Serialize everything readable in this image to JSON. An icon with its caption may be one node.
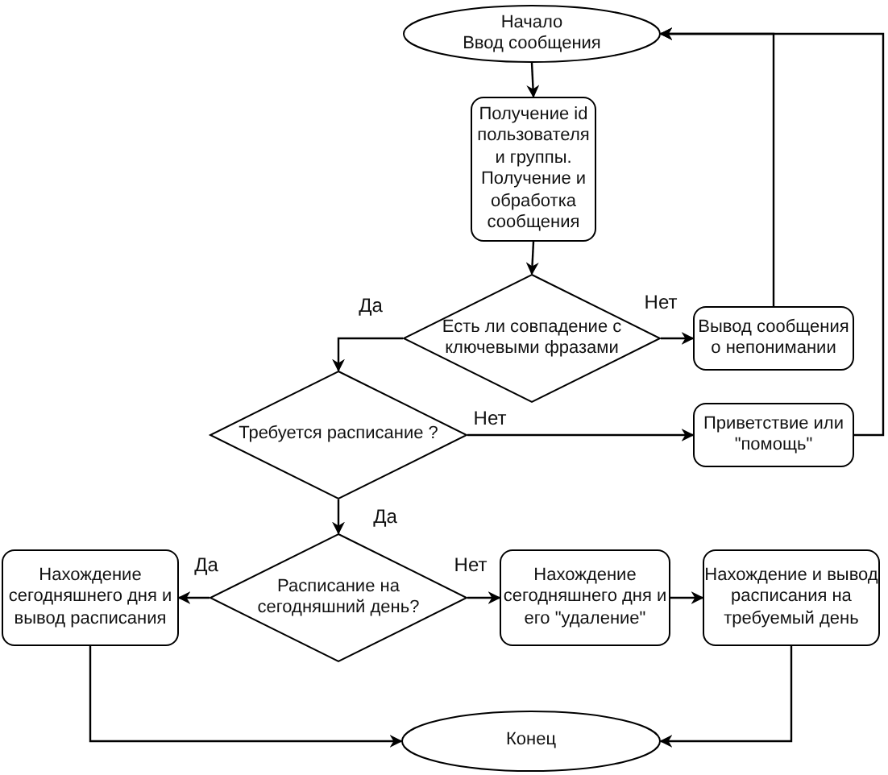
{
  "diagram": {
    "nodes": [
      {
        "text": [
          "Начало",
          "Ввод сообщения"
        ]
      },
      {
        "text": [
          "Получение id пользователя и группы. Получение и обработка сообщения"
        ]
      },
      {
        "text": [
          "Есть ли совпадение с ключевыми фразами"
        ]
      },
      {
        "text": [
          "Вывод сообщения о непонимании"
        ]
      },
      {
        "text": [
          "Требуется расписание ?"
        ]
      },
      {
        "text": [
          "Приветствие или \"помощь\""
        ]
      },
      {
        "text": [
          "Расписание на сегодняшний день?"
        ]
      },
      {
        "text": [
          "Нахождение сегодняшнего дня и вывод расписания"
        ]
      },
      {
        "text": [
          "Нахождение сегодняшнего дня и его \"удаление\""
        ]
      },
      {
        "text": [
          "Нахождение и вывод расписания на требуемый день"
        ]
      },
      {
        "text": [
          "Конец"
        ]
      }
    ],
    "edges": [
      {
        "from": 0,
        "to": 1,
        "arrow": "to"
      },
      {
        "from": 1,
        "to": 2,
        "arrow": "to"
      },
      {
        "from": 2,
        "to": 4,
        "arrow": "to",
        "label": "Да"
      },
      {
        "from": 2,
        "to": 3,
        "arrow": "to",
        "label": "Нет"
      },
      {
        "from": 3,
        "to": 0,
        "arrow": "to"
      },
      {
        "from": 5,
        "to": 0,
        "arrow": "to"
      },
      {
        "from": 4,
        "to": 5,
        "arrow": "to",
        "label": "Нет"
      },
      {
        "from": 4,
        "to": 6,
        "arrow": "to",
        "label": "Да"
      },
      {
        "from": 6,
        "to": 7,
        "arrow": "to",
        "label": "Да"
      },
      {
        "from": 6,
        "to": 8,
        "arrow": "to",
        "label": "Нет"
      },
      {
        "from": 8,
        "to": 9,
        "arrow": "to"
      },
      {
        "from": 7,
        "to": 10,
        "arrow": "to"
      },
      {
        "from": 9,
        "to": 10,
        "arrow": "to"
      }
    ]
  }
}
